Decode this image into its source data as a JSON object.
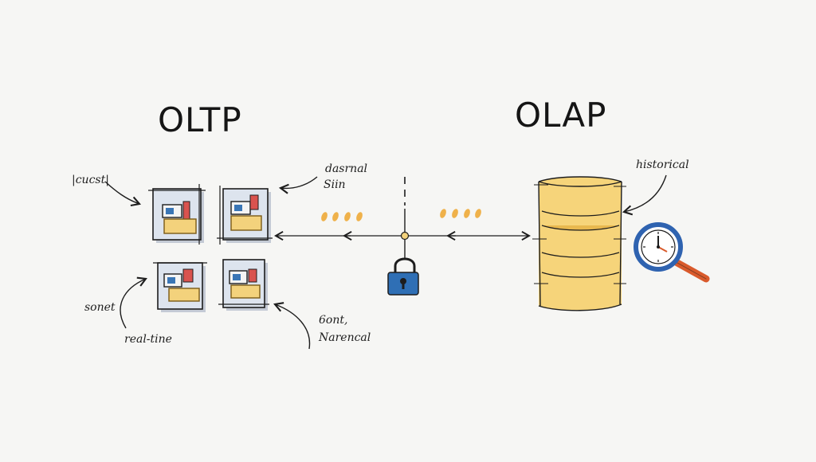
{
  "titles": {
    "left": "OLTP",
    "right": "OLAP"
  },
  "annotations": {
    "top_left": "|cucst|",
    "top_center_line1": "dasrnal",
    "top_center_line2": "Siin",
    "bottom_left_1": "sonet",
    "bottom_left_2": "real-tine",
    "bottom_center_line1": "6ont,",
    "bottom_center_line2": "Narencal",
    "right": "historical"
  },
  "icons": {
    "transaction_windows": "transaction-window-icon",
    "lock": "lock-icon",
    "database_stack": "database-stack-icon",
    "clock_magnifier": "clock-magnifier-icon",
    "data_flow_dots": "data-flow-dots"
  },
  "colors": {
    "ink": "#1d1d1d",
    "window_fill": "#dde4ee",
    "window_shadow": "#9aa6bb",
    "box_fill": "#f3d27c",
    "box_stroke": "#7a5a16",
    "lock_blue": "#2f6fb5",
    "db_yellow": "#f6d47a",
    "db_yellow_dark": "#e8b84f",
    "glass_blue": "#2f63b0",
    "handle_red": "#d95a2b",
    "dot_orange": "#efb14a"
  }
}
